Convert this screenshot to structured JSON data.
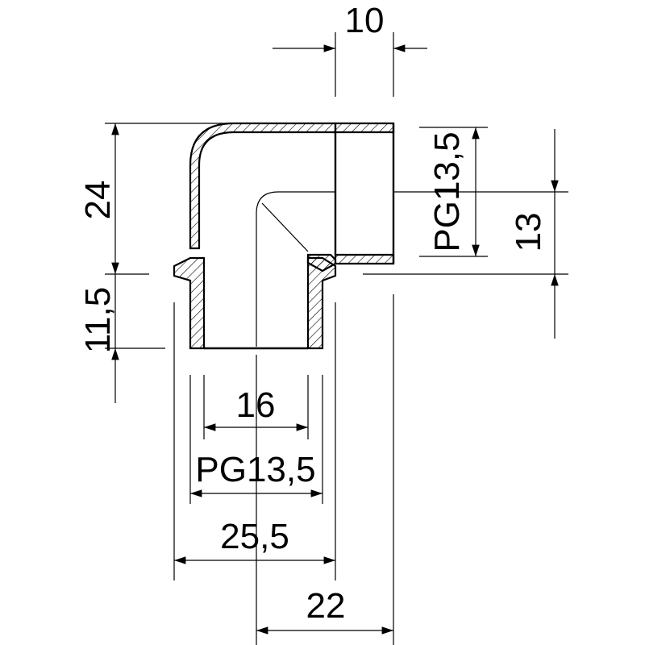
{
  "drawing": {
    "dimensions": {
      "top_width": "10",
      "total_height": "24",
      "lower_height": "11,5",
      "thread_right": "PG13,5",
      "right_height": "13",
      "inner_width": "16",
      "thread_bottom": "PG13,5",
      "outer_width": "25,5",
      "depth": "22"
    }
  }
}
